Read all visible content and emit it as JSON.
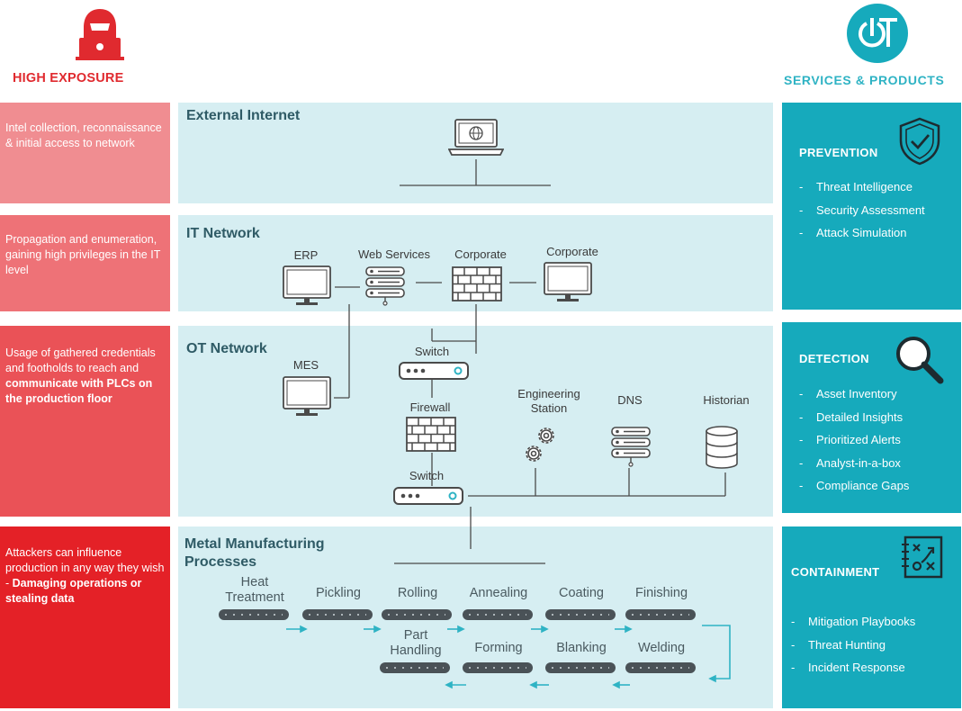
{
  "header": {
    "left_title": "HIGH EXPOSURE",
    "right_title": "SERVICES & PRODUCTS",
    "logo_text": "OT",
    "colors": {
      "red": "#e02a2f",
      "teal": "#16aabc"
    }
  },
  "exposure": [
    {
      "html": "Intel collection, reconnaissance & initial access to network",
      "color": "#f08d91"
    },
    {
      "html": "Propagation and enumeration, gaining high privileges in the IT level",
      "color": "#ee7277"
    },
    {
      "pre": "Usage of gathered credentials and footholds to reach and ",
      "bold1": "communicate with PLCs on the production floor",
      "color": "#ea5257"
    },
    {
      "pre": "Attackers can influence production in any way they wish - ",
      "bold1": "Damaging operations or stealing data",
      "color": "#e42127"
    }
  ],
  "layers": {
    "external": {
      "title": "External Internet"
    },
    "it": {
      "title": "IT Network",
      "erp": "ERP",
      "web": "Web Services",
      "corporate_fw": "Corporate",
      "corporate_pc": "Corporate"
    },
    "ot": {
      "title": "OT Network",
      "mes": "MES",
      "switch_top": "Switch",
      "firewall": "Firewall",
      "switch_bottom": "Switch",
      "eng_line1": "Engineering",
      "eng_line2": "Station",
      "dns": "DNS",
      "historian": "Historian"
    },
    "manufacturing": {
      "title_line1": "Metal Manufacturing",
      "title_line2": "Processes",
      "row1": [
        "Heat\nTreatment",
        "Pickling",
        "Rolling",
        "Annealing",
        "Coating",
        "Finishing"
      ],
      "row2": [
        "Part\nHandling",
        "Forming",
        "Blanking",
        "Welding"
      ]
    }
  },
  "services": {
    "prevention": {
      "title": "PREVENTION",
      "items": [
        "Threat Intelligence",
        "Security Assessment",
        "Attack Simulation"
      ],
      "icon": "shield-check-icon"
    },
    "detection": {
      "title": "DETECTION",
      "items": [
        "Asset Inventory",
        "Detailed Insights",
        "Prioritized Alerts",
        "Analyst-in-a-box",
        "Compliance Gaps"
      ],
      "icon": "magnifier-icon"
    },
    "containment": {
      "title": "CONTAINMENT",
      "items": [
        "Mitigation Playbooks",
        "Threat Hunting",
        "Incident Response"
      ],
      "icon": "playbook-icon"
    }
  }
}
